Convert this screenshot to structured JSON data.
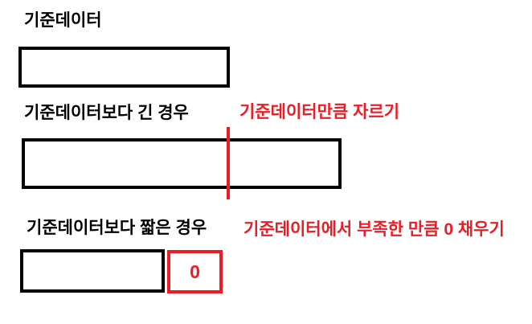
{
  "colors": {
    "background": "#ffffff",
    "ink": "#000000",
    "accent_red": "#ed1c24"
  },
  "sections": [
    {
      "id": "base",
      "label": "기준데이터"
    },
    {
      "id": "longer",
      "label": "기준데이터보다 긴 경우",
      "annotation": "기준데이터만큼 자르기"
    },
    {
      "id": "shorter",
      "label": "기준데이터보다 짧은 경우",
      "annotation": "기준데이터에서 부족한 만큼 0 채우기",
      "pad_value": "0"
    }
  ]
}
